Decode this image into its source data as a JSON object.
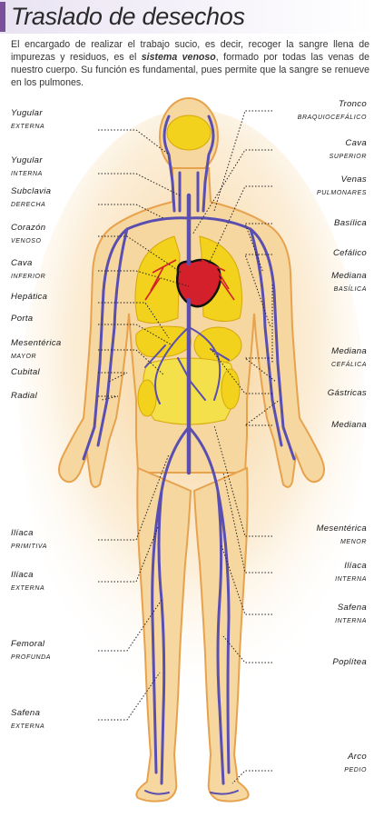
{
  "title": "Traslado de desechos",
  "intro": {
    "before": "El encargado de realizar el trabajo sucio, es decir, recoger la sangre llena de impurezas y residuos, es el ",
    "emphasis": "sistema venoso",
    "after": ", formado por todas las venas de nuestro cuerpo. Su función es fundamental, pues permite que la sangre se renueve en los pulmones."
  },
  "labels_left": [
    {
      "line1": "Yugular",
      "line2": "externa"
    },
    {
      "line1": "Yugular",
      "line2": "interna"
    },
    {
      "line1": "Subclavia",
      "line2": "derecha"
    },
    {
      "line1": "Corazón",
      "line2": "venoso"
    },
    {
      "line1": "Cava",
      "line2": "inferior"
    },
    {
      "line1": "Hepática",
      "line2": ""
    },
    {
      "line1": "Porta",
      "line2": ""
    },
    {
      "line1": "Mesentérica",
      "line2": "mayor"
    },
    {
      "line1": "Cubital",
      "line2": ""
    },
    {
      "line1": "Radial",
      "line2": ""
    },
    {
      "line1": "Ilíaca",
      "line2": "primitiva"
    },
    {
      "line1": "Ilíaca",
      "line2": "externa"
    },
    {
      "line1": "Femoral",
      "line2": "profunda"
    },
    {
      "line1": "Safena",
      "line2": "externa"
    }
  ],
  "labels_right": [
    {
      "line1": "Tronco",
      "line2": "braquiocefálico"
    },
    {
      "line1": "Cava",
      "line2": "superior"
    },
    {
      "line1": "Venas",
      "line2": "pulmonares"
    },
    {
      "line1": "Basílica",
      "line2": ""
    },
    {
      "line1": "Cefálico",
      "line2": ""
    },
    {
      "line1": "Mediana",
      "line2": "basílica"
    },
    {
      "line1": "Mediana",
      "line2": "cefálica"
    },
    {
      "line1": "Gástricas",
      "line2": ""
    },
    {
      "line1": "Mediana",
      "line2": ""
    },
    {
      "line1": "Mesentérica",
      "line2": "menor"
    },
    {
      "line1": "Ilíaca",
      "line2": "interna"
    },
    {
      "line1": "Safena",
      "line2": "interna"
    },
    {
      "line1": "Poplítea",
      "line2": ""
    },
    {
      "line1": "Arco",
      "line2": "pedio"
    }
  ],
  "colors": {
    "accent": "#7a4f9c",
    "vein": "#5a4fb0",
    "skin": "#f6d7a0",
    "organs": "#f2d21c",
    "heart": "#d4202a"
  }
}
